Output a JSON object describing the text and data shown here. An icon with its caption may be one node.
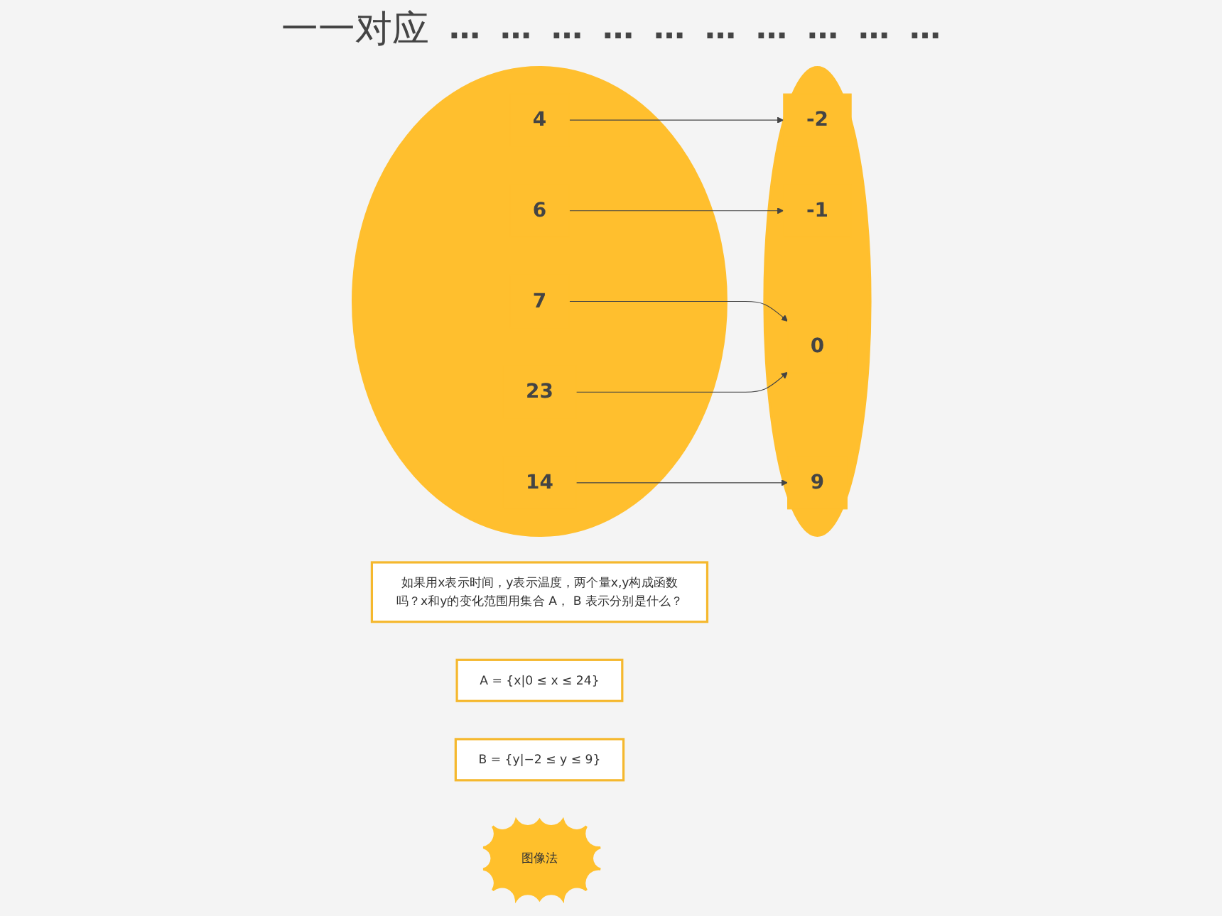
{
  "diagram": {
    "nodes": [
      {
        "text": [
          "如果用x表示时间，y表示温度，两个量x,y构成函数吗？x和y的变化范围用集合 A， B 表示分别是什么？"
        ]
      },
      {
        "text": [
          "A = {x|0 ≤ x ≤ 24}"
        ]
      },
      {
        "text": [
          "B = {y|−2 ≤ y ≤ 9}"
        ]
      },
      {
        "text": [
          "图像法"
        ]
      },
      {
        "text": [],
        "shape": "ellipse"
      },
      {
        "text": [
          "4"
        ],
        "in": 4
      },
      {
        "text": [
          "6"
        ],
        "in": 4
      },
      {
        "text": [
          "7"
        ],
        "in": 4
      },
      {
        "text": [
          "14"
        ],
        "in": 4
      },
      {
        "text": [
          "23"
        ],
        "in": 4
      },
      {
        "text": [],
        "shape": "ellipse"
      },
      {
        "text": [
          "-2"
        ],
        "in": 10
      },
      {
        "text": [
          "-1"
        ],
        "in": 10
      },
      {
        "text": [
          "0"
        ],
        "in": 10
      },
      {
        "text": [
          "9"
        ],
        "in": 10
      }
    ],
    "edges": [
      {
        "from": 5,
        "to": 11,
        "arrow": "to"
      },
      {
        "from": 6,
        "to": 12,
        "arrow": "to"
      },
      {
        "from": 7,
        "to": 13,
        "arrow": "to"
      },
      {
        "from": 8,
        "to": 14,
        "arrow": "to"
      },
      {
        "from": 9,
        "to": 13,
        "arrow": "to"
      }
    ],
    "labels": [
      "一一对应",
      "…",
      "…",
      "…",
      "…",
      "…",
      "…",
      "…",
      "…",
      "…",
      "…"
    ]
  }
}
